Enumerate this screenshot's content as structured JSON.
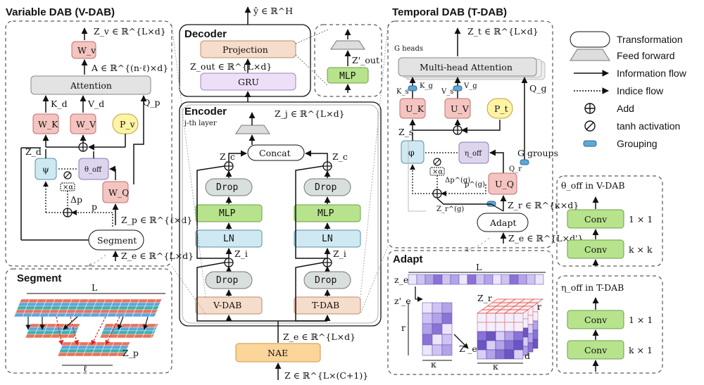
{
  "titles": {
    "vdab": "Variable DAB (V-DAB)",
    "tdab": "Temporal DAB (T-DAB)",
    "decoder": "Decoder",
    "encoder": "Encoder",
    "encoder_sub": "j-th layer",
    "segment": "Segment",
    "adapt": "Adapt"
  },
  "vdab": {
    "wv": "W_v",
    "attention": "Attention",
    "wk": "W_K",
    "wvv": "W_V",
    "pv": "P_v",
    "psi": "ψ",
    "theta": "θ_off",
    "wq": "W_Q",
    "segment": "Segment",
    "zv": "Z_v ∈ ℝ^{L×d}",
    "a": "A ∈ ℝ^{(n·ℓ)×d}",
    "kd": "K_d",
    "vd": "V_d",
    "qp": "Q_p",
    "zd": "Z_d",
    "dp": "Δp",
    "p": "p",
    "x_alpha": "×α",
    "zp": "Z_p ∈ ℝ^{ℓ×d}",
    "ze": "Z_e ∈ ℝ^{L×d}"
  },
  "decoder": {
    "yhat": "ŷ ∈ ℝ^H",
    "projection": "Projection",
    "gru": "GRU",
    "zout": "Z_out ∈ ℝ^{L×d}",
    "mlp": "MLP",
    "zout_prime": "Z'_out"
  },
  "encoder": {
    "zj": "Z_j ∈ ℝ^{L×d}",
    "concat": "Concat",
    "zc": "Z_c",
    "zi": "Z_i",
    "drop": "Drop",
    "mlp": "MLP",
    "ln": "LN",
    "vdab": "V-DAB",
    "tdab": "T-DAB",
    "nae": "NAE",
    "ze": "Z_e ∈ ℝ^{L×d}",
    "z": "Z ∈ ℝ^{L×(C+1)}"
  },
  "tdab": {
    "zt": "Z_t ∈ ℝ^{L×d}",
    "gheads": "G heads",
    "mha": "Multi-head Attention",
    "ks": "K_s",
    "kg": "K_g",
    "vs": "V_s",
    "vg": "V_g",
    "qg": "Q_g",
    "uk": "U_K",
    "uv": "U_V",
    "pt": "P_t",
    "zs": "Z_s",
    "phi": "φ",
    "eta": "η_off",
    "ggroups": "G groups",
    "qr": "Q_r",
    "uq": "U_Q",
    "x_alpha": "×α",
    "dpg": "Δp^(g)",
    "pg": "p^(g)",
    "zrg": "Z_r^(g)",
    "zr": "Z_r ∈ ℝ^{κ×d}",
    "adapt": "Adapt",
    "ze": "Z_e ∈ ℝ^{L×d'}"
  },
  "segment_panel": {
    "L": "L",
    "zp": "Z_p",
    "ell": "ℓ"
  },
  "adapt_panel": {
    "L": "L",
    "ze": "z_e",
    "ze_prime": "z'_e",
    "r": "r",
    "kappa": "κ",
    "zr": "Z_r",
    "ze_prime2": "Z'_e",
    "d": "d"
  },
  "legend": {
    "transformation": "Transformation",
    "feed_forward": "Feed forward",
    "info_flow": "Information flow",
    "indice_flow": "Indice flow",
    "add": "Add",
    "tanh": "tanh activation",
    "grouping": "Grouping"
  },
  "theta_panel": {
    "title": "θ_off in V-DAB",
    "conv": "Conv",
    "k1": "1 × 1",
    "k2": "k × k"
  },
  "eta_panel": {
    "title": "η_off in T-DAB",
    "conv": "Conv",
    "k1": "1 × 1",
    "k2": "k × 1"
  },
  "colors": {
    "pink": "#f4c4c0",
    "blue": "#cfe9f3",
    "yellow": "#fff3a6",
    "lavender": "#ddd5ee",
    "green": "#b7e38d",
    "gray": "#e3e3e3",
    "peach": "#f5dccb",
    "orange": "#fbd59a",
    "purple": "#ecdff7",
    "dark_purple": "#8a72d6"
  }
}
